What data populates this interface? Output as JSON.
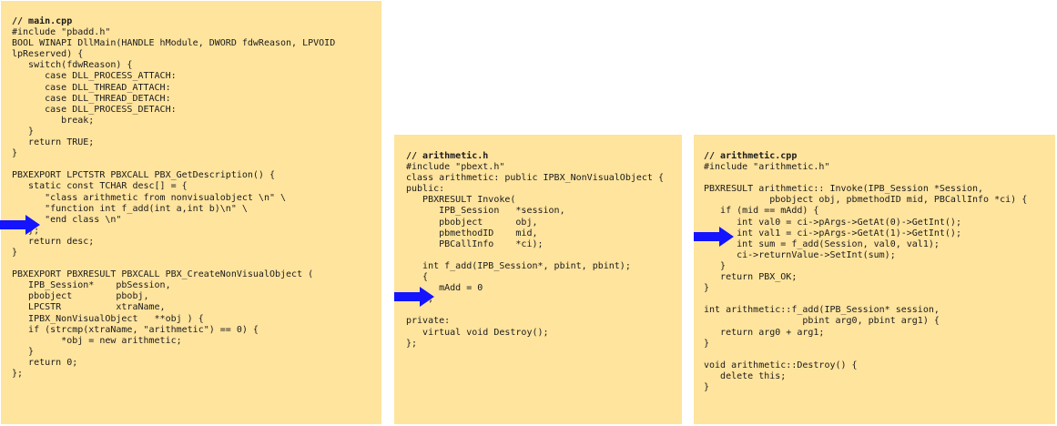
{
  "main_cpp": {
    "title": "// main.cpp",
    "code": "#include \"pbadd.h\"\nBOOL WINAPI DllMain(HANDLE hModule, DWORD fdwReason, LPVOID\nlpReserved) {\n   switch(fdwReason) {\n      case DLL_PROCESS_ATTACH:\n      case DLL_THREAD_ATTACH:\n      case DLL_THREAD_DETACH:\n      case DLL_PROCESS_DETACH:\n         break;\n   }\n   return TRUE;\n}\n\nPBXEXPORT LPCTSTR PBXCALL PBX_GetDescription() {\n   static const TCHAR desc[] = {\n      \"class arithmetic from nonvisualobject \\n\" \\\n      \"function int f_add(int a,int b)\\n\" \\\n      \"end class \\n\"\n   };\n   return desc;\n}\n\nPBXEXPORT PBXRESULT PBXCALL PBX_CreateNonVisualObject (\n   IPB_Session*    pbSession,\n   pbobject        pbobj,\n   LPCSTR          xtraName,\n   IPBX_NonVisualObject   **obj ) {\n   if (strcmp(xtraName, \"arithmetic\") == 0) {\n         *obj = new arithmetic;\n   }\n   return 0;\n};"
  },
  "arithmetic_h": {
    "title": "// arithmetic.h",
    "code": "#include \"pbext.h\"\nclass arithmetic: public IPBX_NonVisualObject {\npublic:\n   PBXRESULT Invoke(\n      IPB_Session   *session,\n      pbobject      obj,\n      pbmethodID    mid,\n      PBCallInfo    *ci);\n\n   int f_add(IPB_Session*, pbint, pbint);\n   {\n      mAdd = 0\n   };\n\nprivate:\n   virtual void Destroy();\n};"
  },
  "arithmetic_cpp": {
    "title": "// arithmetic.cpp",
    "code": "#include \"arithmetic.h\"\n\nPBXRESULT arithmetic:: Invoke(IPB_Session *Session,\n            pbobject obj, pbmethodID mid, PBCallInfo *ci) {\n   if (mid == mAdd) {\n      int val0 = ci->pArgs->GetAt(0)->GetInt();\n      int val1 = ci->pArgs->GetAt(1)->GetInt();\n      int sum = f_add(Session, val0, val1);\n      ci->returnValue->SetInt(sum);\n   }\n   return PBX_OK;\n}\n\nint arithmetic::f_add(IPB_Session* session,\n                  pbint arg0, pbint arg1) {\n   return arg0 + arg1;\n}\n\nvoid arithmetic::Destroy() {\n   delete this;\n}"
  },
  "colors": {
    "panel_background": "#ffe49e",
    "arrow": "#1414ff",
    "text": "#1a1a1a"
  },
  "icons": [
    "right-arrow-icon",
    "right-arrow-icon",
    "right-arrow-icon"
  ]
}
